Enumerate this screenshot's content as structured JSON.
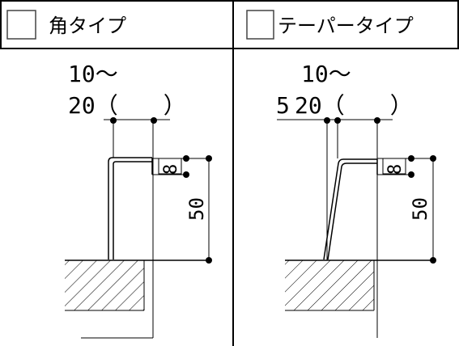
{
  "left_panel": {
    "checkbox_label": "角タイプ",
    "dim_top_line1": "10〜",
    "dim_top_line2": "20（　　）",
    "dim_small": "8",
    "dim_height": "50"
  },
  "right_panel": {
    "checkbox_label": "テーパータイプ",
    "dim_top_line1": "10〜",
    "dim_prefix": "5",
    "dim_top_line2": "20（　　）",
    "dim_small": "8",
    "dim_height": "50"
  }
}
